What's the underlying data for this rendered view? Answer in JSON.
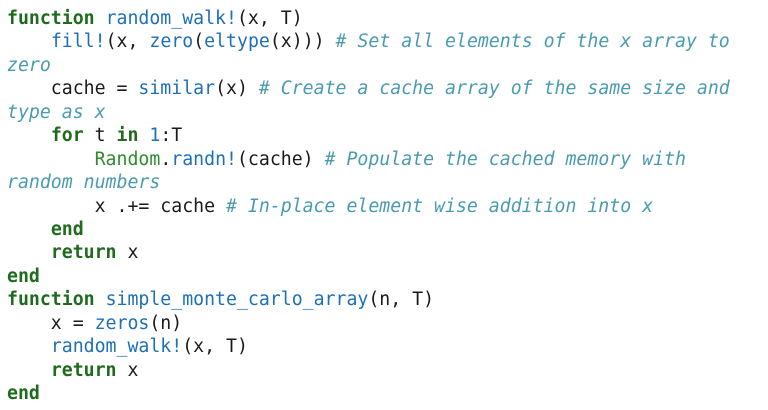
{
  "editor": {
    "colors": {
      "background": "#ffffff",
      "keyword": "#1e6b1e",
      "function": "#1d6fb8",
      "module": "#2e8b2e",
      "number": "#1d6fb8",
      "comment": "#4a9bb0",
      "text": "#1a1a1a"
    },
    "lines": [
      [
        {
          "t": "kw",
          "v": "function"
        },
        {
          "t": "tx",
          "v": " "
        },
        {
          "t": "fn",
          "v": "random_walk!"
        },
        {
          "t": "tx",
          "v": "(x, T)"
        }
      ],
      [
        {
          "t": "tx",
          "v": "    "
        },
        {
          "t": "fn",
          "v": "fill!"
        },
        {
          "t": "tx",
          "v": "(x, "
        },
        {
          "t": "fn",
          "v": "zero"
        },
        {
          "t": "tx",
          "v": "("
        },
        {
          "t": "fn",
          "v": "eltype"
        },
        {
          "t": "tx",
          "v": "(x))) "
        },
        {
          "t": "cm",
          "v": "# Set all elements of the x array to"
        }
      ],
      [
        {
          "t": "cm",
          "v": "zero"
        }
      ],
      [
        {
          "t": "tx",
          "v": "    cache = "
        },
        {
          "t": "fn",
          "v": "similar"
        },
        {
          "t": "tx",
          "v": "(x) "
        },
        {
          "t": "cm",
          "v": "# Create a cache array of the same size and"
        }
      ],
      [
        {
          "t": "cm",
          "v": "type as x"
        }
      ],
      [
        {
          "t": "tx",
          "v": "    "
        },
        {
          "t": "kw",
          "v": "for"
        },
        {
          "t": "tx",
          "v": " t "
        },
        {
          "t": "kw",
          "v": "in"
        },
        {
          "t": "tx",
          "v": " "
        },
        {
          "t": "num",
          "v": "1"
        },
        {
          "t": "tx",
          "v": ":T"
        }
      ],
      [
        {
          "t": "tx",
          "v": "        "
        },
        {
          "t": "mod",
          "v": "Random"
        },
        {
          "t": "tx",
          "v": "."
        },
        {
          "t": "fn",
          "v": "randn!"
        },
        {
          "t": "tx",
          "v": "(cache) "
        },
        {
          "t": "cm",
          "v": "# Populate the cached memory with"
        }
      ],
      [
        {
          "t": "cm",
          "v": "random numbers"
        }
      ],
      [
        {
          "t": "tx",
          "v": "        x .+= cache "
        },
        {
          "t": "cm",
          "v": "# In-place element wise addition into x"
        }
      ],
      [
        {
          "t": "tx",
          "v": "    "
        },
        {
          "t": "kw",
          "v": "end"
        }
      ],
      [
        {
          "t": "tx",
          "v": "    "
        },
        {
          "t": "kw",
          "v": "return"
        },
        {
          "t": "tx",
          "v": " x"
        }
      ],
      [
        {
          "t": "kw",
          "v": "end"
        }
      ],
      [
        {
          "t": "kw",
          "v": "function"
        },
        {
          "t": "tx",
          "v": " "
        },
        {
          "t": "fn",
          "v": "simple_monte_carlo_array"
        },
        {
          "t": "tx",
          "v": "(n, T)"
        }
      ],
      [
        {
          "t": "tx",
          "v": "    x = "
        },
        {
          "t": "fn",
          "v": "zeros"
        },
        {
          "t": "tx",
          "v": "(n)"
        }
      ],
      [
        {
          "t": "tx",
          "v": "    "
        },
        {
          "t": "fn",
          "v": "random_walk!"
        },
        {
          "t": "tx",
          "v": "(x, T)"
        }
      ],
      [
        {
          "t": "tx",
          "v": "    "
        },
        {
          "t": "kw",
          "v": "return"
        },
        {
          "t": "tx",
          "v": " x"
        }
      ],
      [
        {
          "t": "kw",
          "v": "end"
        }
      ]
    ]
  }
}
